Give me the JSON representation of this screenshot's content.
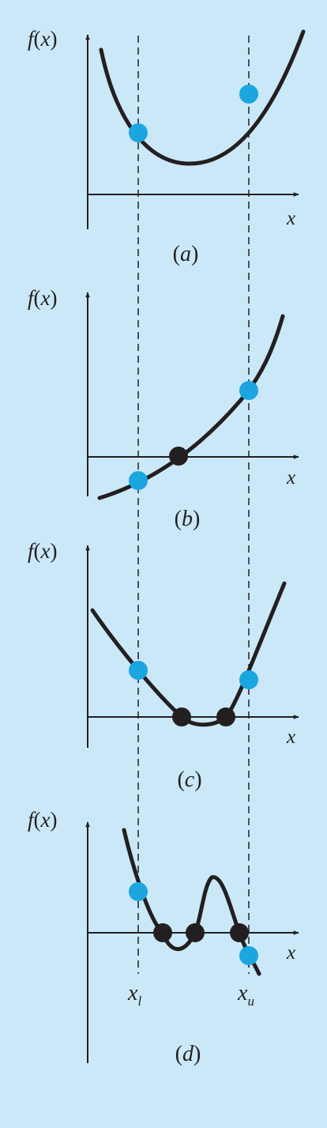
{
  "figure": {
    "background": "#cae8f8",
    "curve_color": "#231f20",
    "bracket_point_color": "#1ba6e0",
    "root_point_color": "#231f20",
    "bracket_labels": {
      "lower": "l",
      "upper": "u"
    },
    "panels": [
      {
        "id": "a",
        "ylabel_fn": "f",
        "ylabel_arg": "x",
        "xlabel": "x",
        "caption": "a",
        "bracket_points": 2,
        "roots": 0
      },
      {
        "id": "b",
        "ylabel_fn": "f",
        "ylabel_arg": "x",
        "xlabel": "x",
        "caption": "b",
        "bracket_points": 2,
        "roots": 1
      },
      {
        "id": "c",
        "ylabel_fn": "f",
        "ylabel_arg": "x",
        "xlabel": "x",
        "caption": "c",
        "bracket_points": 2,
        "roots": 2
      },
      {
        "id": "d",
        "ylabel_fn": "f",
        "ylabel_arg": "x",
        "xlabel": "x",
        "caption": "d",
        "bracket_points": 2,
        "roots": 3
      }
    ]
  }
}
